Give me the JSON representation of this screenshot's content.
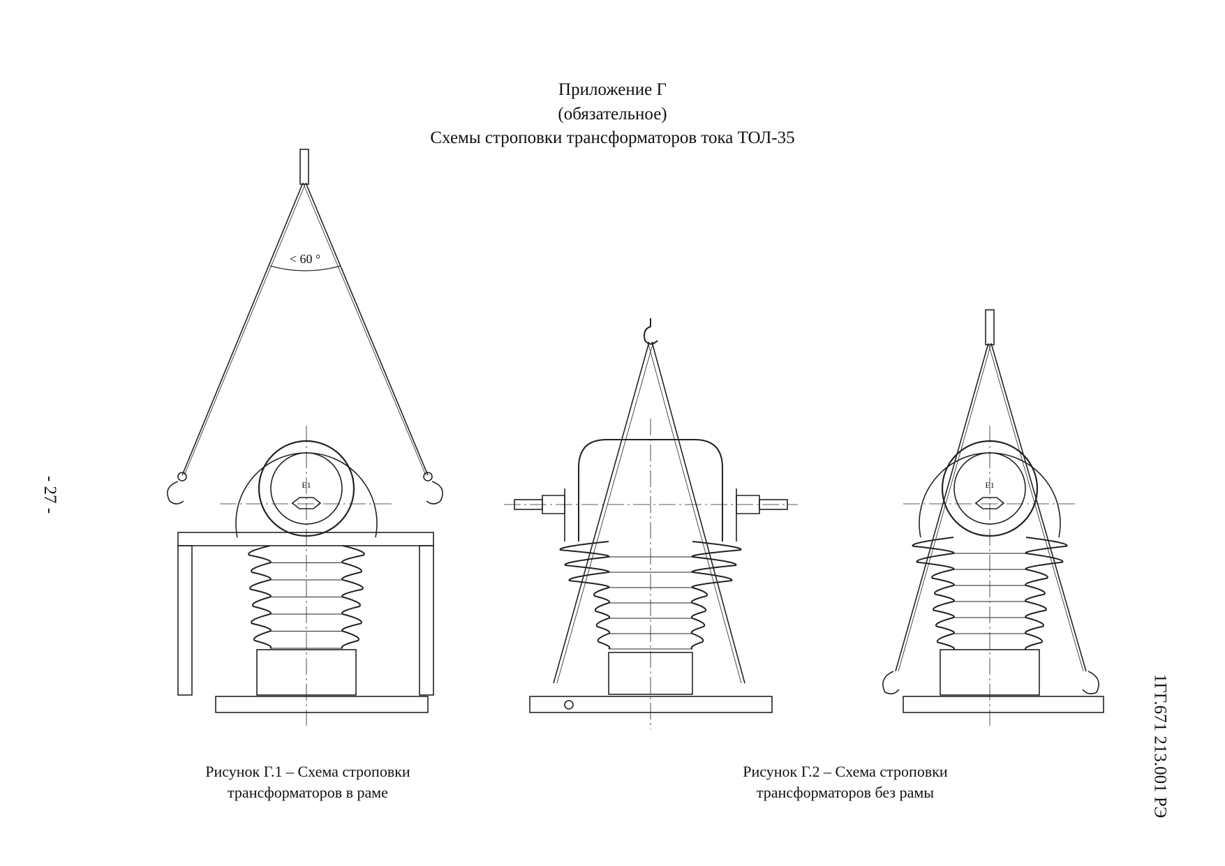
{
  "header": {
    "line1": "Приложение Г",
    "line2": "(обязательное)",
    "line3": "Схемы строповки трансформаторов тока ТОЛ-35"
  },
  "page_number": "- 27 -",
  "document_code": "1ГГ.671 213.001 РЭ",
  "figure1": {
    "angle_label": "< 60 °",
    "terminal_label": "Е1",
    "caption_line1": "Рисунок Г.1 – Схема строповки",
    "caption_line2": "трансформаторов в раме"
  },
  "figure2": {
    "caption_line1": "Рисунок Г.2 – Схема строповки",
    "caption_line2": "трансформаторов без рамы",
    "terminal_label": "Е1"
  }
}
